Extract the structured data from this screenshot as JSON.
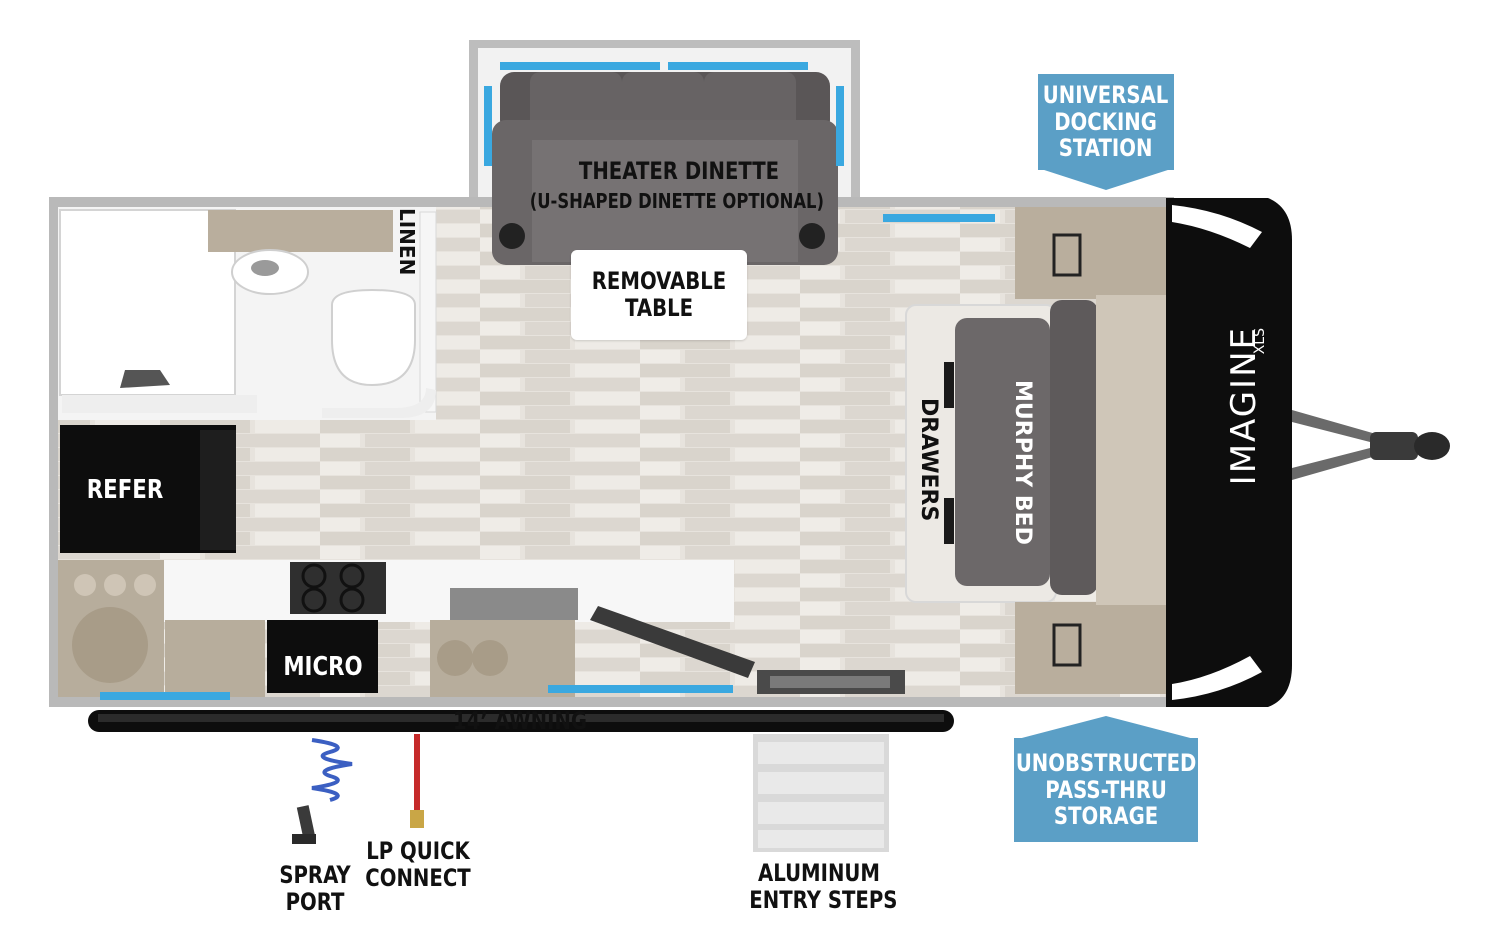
{
  "labels": {
    "theater_dinette": "THEATER DINETTE",
    "u_shaped_optional": "(U-SHAPED DINETTE OPTIONAL)",
    "removable_table": "REMOVABLE\nTABLE",
    "linen": "LINEN",
    "refer": "REFER",
    "micro": "MICRO",
    "drawers": "DRAWERS",
    "murphy_bed": "MURPHY BED",
    "awning": "14’ AWNING",
    "spray_port": "SPRAY\nPORT",
    "lp_quick_connect": "LP QUICK\nCONNECT",
    "aluminum_entry_steps": "ALUMINUM\nENTRY STEPS",
    "universal_docking_station": "UNIVERSAL\nDOCKING\nSTATION",
    "unobstructed_storage": "UNOBSTRUCTED\nPASS-THRU\nSTORAGE"
  },
  "brand": {
    "logo_text": "IMAGINE",
    "logo_sub": "XLS"
  },
  "colors": {
    "callout_blue": "#5b9fc6",
    "floor": "#e6e2dc",
    "cabinet": "#b8ad9c",
    "sofa": "#5a5657",
    "front_cap": "#0d0d0d",
    "window_blue": "#3aa8e0"
  }
}
